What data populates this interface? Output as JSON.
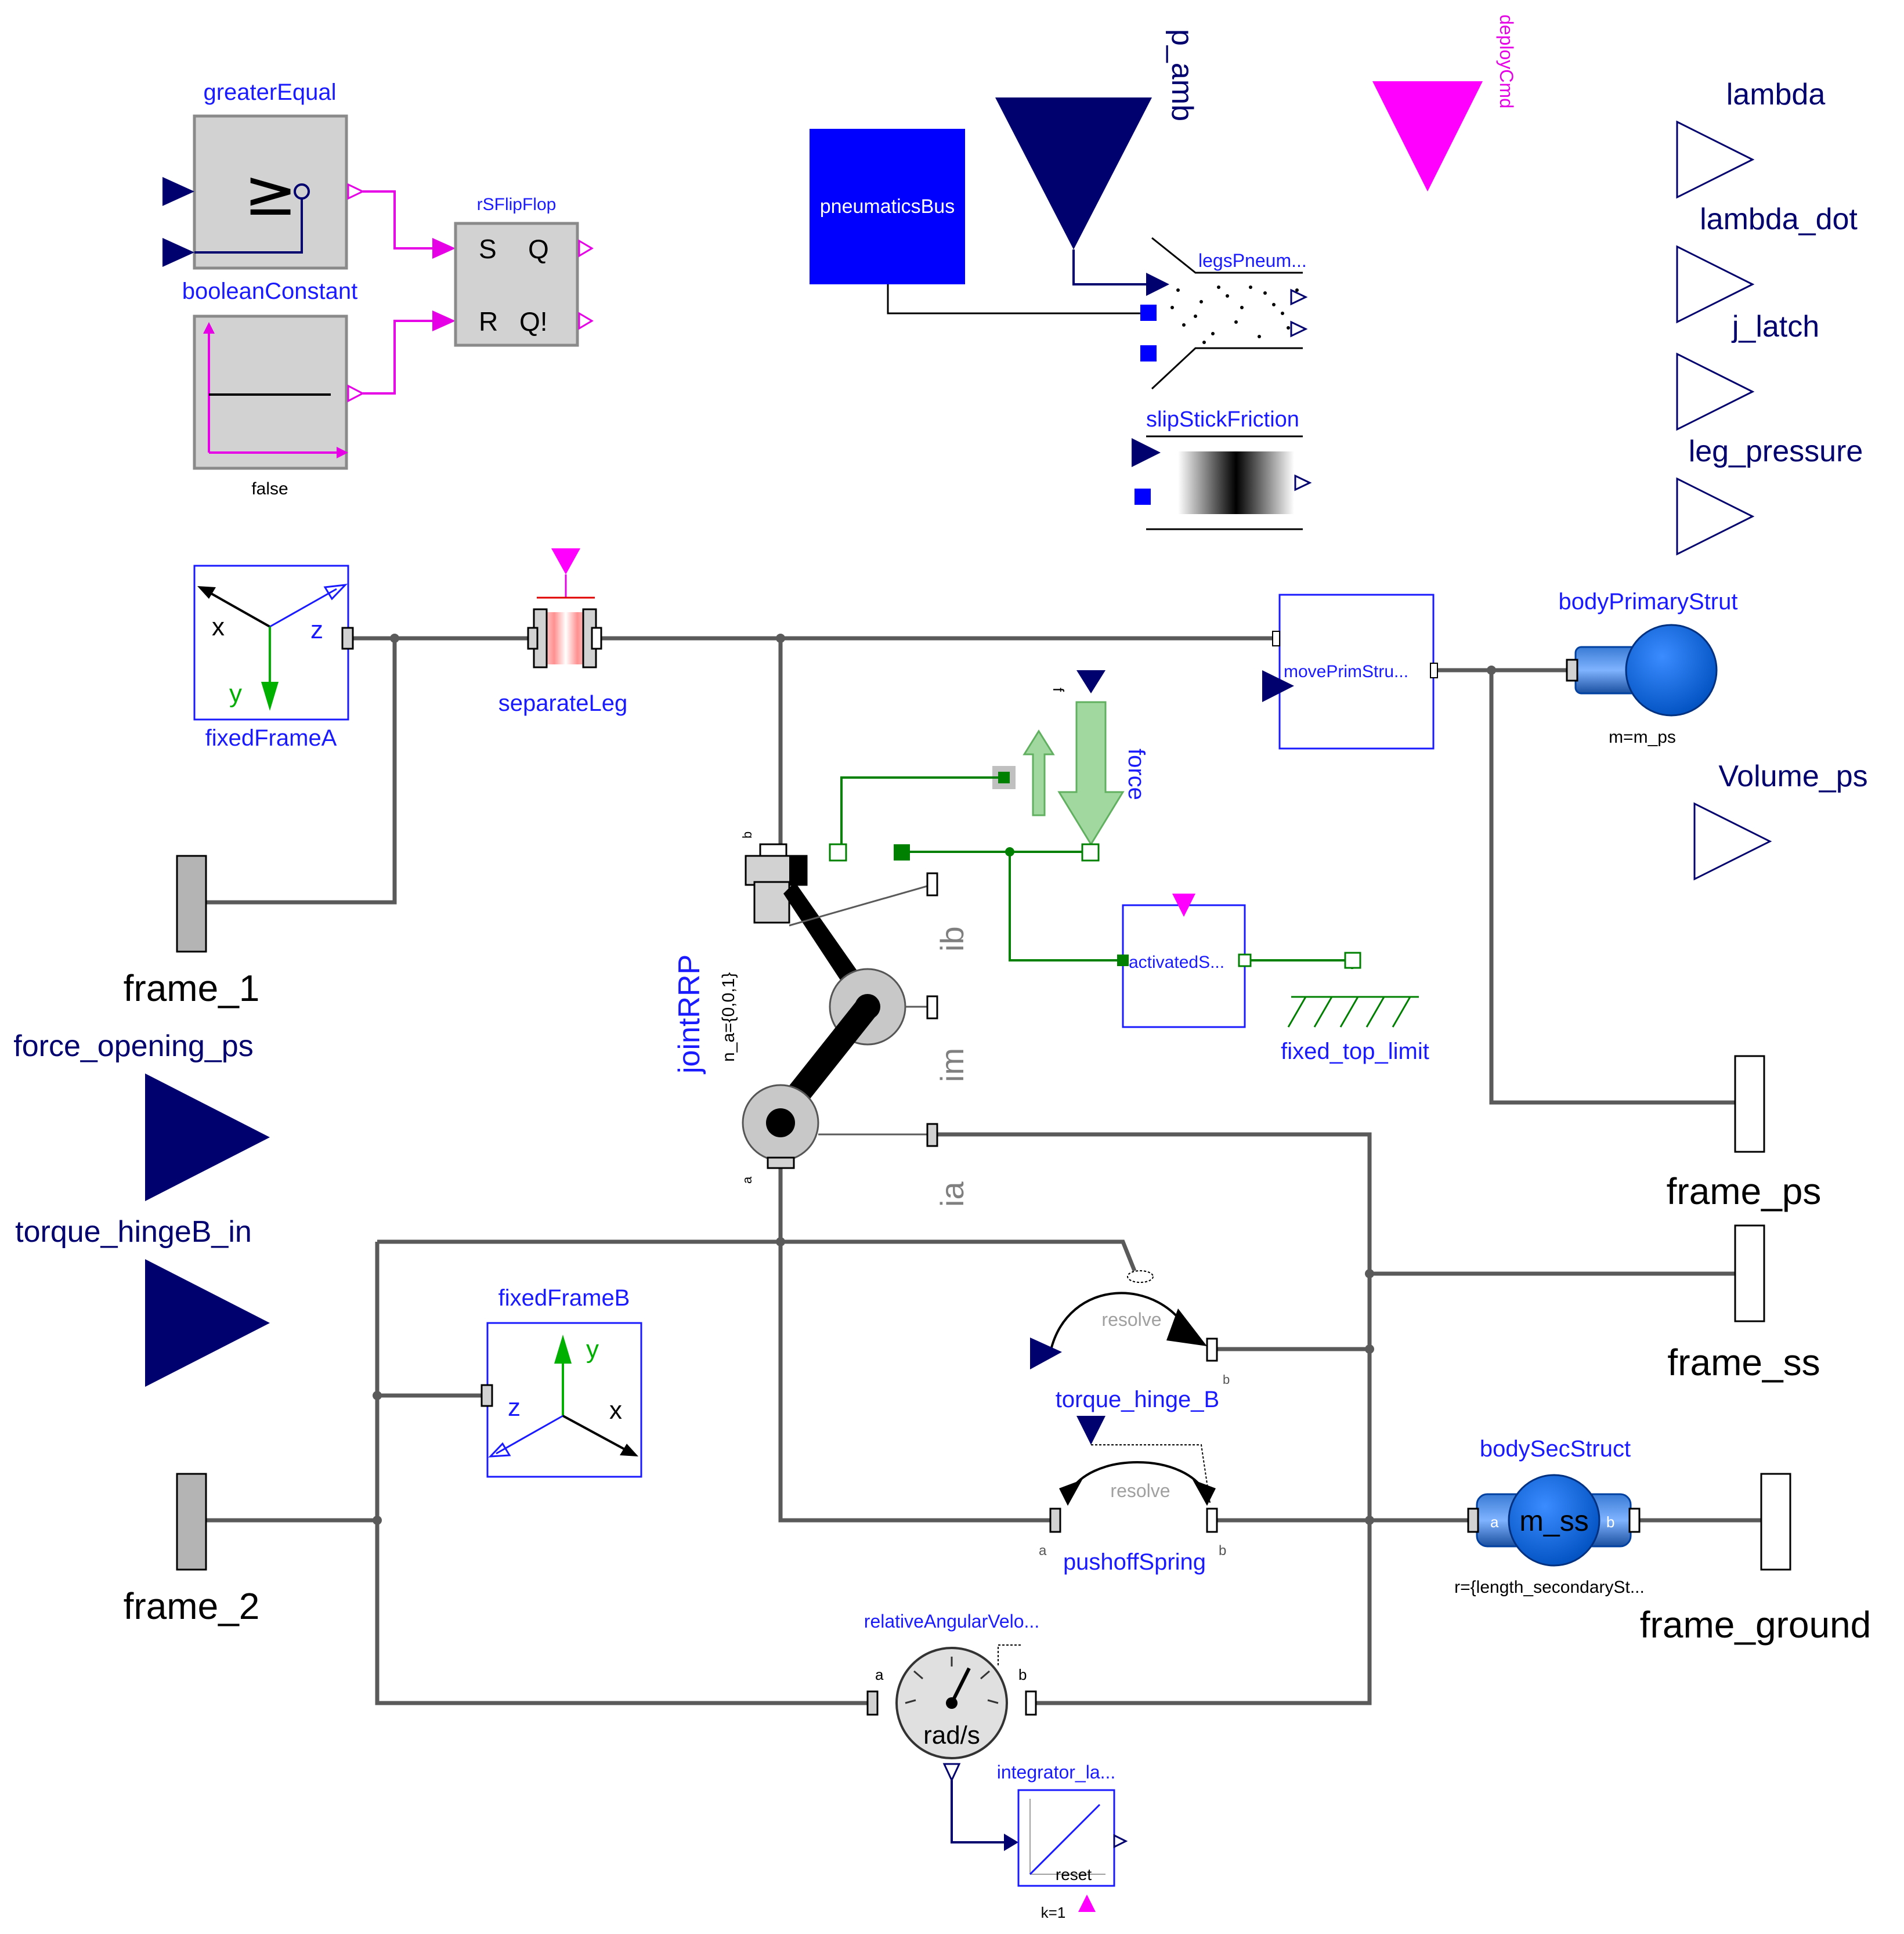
{
  "blocks": {
    "greaterEqual": {
      "name": "greaterEqual",
      "symbol": "≥"
    },
    "booleanConstant": {
      "name": "booleanConstant",
      "param": "false"
    },
    "rSFlipFlop": {
      "name": "rSFlipFlop",
      "s": "S",
      "q": "Q",
      "r": "R",
      "qn": "Q!"
    },
    "pneumaticsBus": {
      "name": "pneumaticsBus"
    },
    "p_amb": {
      "name": "p_amb"
    },
    "deployCmd": {
      "name": "deployCmd"
    },
    "legsPneum": {
      "name": "legsPneum..."
    },
    "slipStickFriction": {
      "name": "slipStickFriction"
    },
    "fixedFrameA": {
      "name": "fixedFrameA",
      "x": "x",
      "y": "y",
      "z": "z"
    },
    "separateLeg": {
      "name": "separateLeg"
    },
    "movePrimStru": {
      "name": "movePrimStru..."
    },
    "bodyPrimaryStrut": {
      "name": "bodyPrimaryStrut",
      "param": "m=m_ps"
    },
    "force": {
      "name": "force",
      "f": "f"
    },
    "jointRRP": {
      "name": "jointRRP",
      "param": "n_a={0,0,1}",
      "b": "b",
      "a": "a"
    },
    "activatedS": {
      "name": "activatedS..."
    },
    "fixed_top_limit": {
      "name": "fixed_top_limit"
    },
    "fixedFrameB": {
      "name": "fixedFrameB",
      "x": "x",
      "y": "y",
      "z": "z"
    },
    "torque_hinge_B": {
      "name": "torque_hinge_B",
      "resolve": "resolve",
      "b": "b"
    },
    "pushoffSpring": {
      "name": "pushoffSpring",
      "resolve": "resolve",
      "a": "a",
      "b": "b"
    },
    "bodySecStruct": {
      "name": "bodySecStruct",
      "a": "a",
      "b": "b",
      "mass": "m_ss",
      "param": "r={length_secondarySt..."
    },
    "relativeAngularVelo": {
      "name": "relativeAngularVelo...",
      "unit": "rad/s",
      "a": "a",
      "b": "b"
    },
    "integrator": {
      "name": "integrator_la...",
      "reset": "reset",
      "param": "k=1"
    }
  },
  "ports": {
    "frame_1": "frame_1",
    "frame_2": "frame_2",
    "frame_ps": "frame_ps",
    "frame_ss": "frame_ss",
    "frame_ground": "frame_ground",
    "force_opening_ps": "force_opening_ps",
    "torque_hingeB_in": "torque_hingeB_in",
    "lambda": "lambda",
    "lambda_dot": "lambda_dot",
    "j_latch": "j_latch",
    "leg_pressure": "leg_pressure",
    "Volume_ps": "Volume_ps"
  },
  "joint_labels": {
    "ib": "ib",
    "im": "im",
    "ia": "ia"
  },
  "colors": {
    "navy": "#00006e",
    "pink": "#e600e6",
    "blue": "#1a1aff",
    "green": "#008000",
    "wire": "#5a5a5a"
  }
}
